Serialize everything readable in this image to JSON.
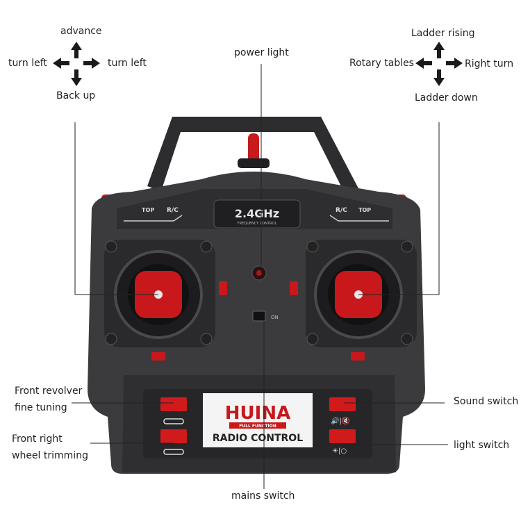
{
  "left_joystick": {
    "up": "advance",
    "left": "turn left",
    "right": "turn left",
    "down": "Back up"
  },
  "right_joystick": {
    "up": "Ladder rising",
    "left": "Rotary tables",
    "right": "Right turn",
    "down": "Ladder down"
  },
  "callouts": {
    "power_light": "power light",
    "front_revolver_1": "Front revolver",
    "front_revolver_2": "fine tuning",
    "front_right_1": "Front right",
    "front_right_2": "wheel trimming",
    "sound_switch": "Sound switch",
    "light_switch": "light switch",
    "mains_switch": "mains switch"
  },
  "controller": {
    "frequency": "2.4GHz",
    "frequency_sub": "FREQUENCY CONTROL",
    "mode_top": "TOP",
    "mode_rc": "R/C",
    "switch_on": "ON",
    "brand": "HUINA",
    "brand_sub": "FULL FUNCTION",
    "panel_title": "RADIO CONTROL"
  },
  "colors": {
    "body": "#3a3a3c",
    "body_dark": "#232325",
    "accent_red": "#d0191c"
  }
}
